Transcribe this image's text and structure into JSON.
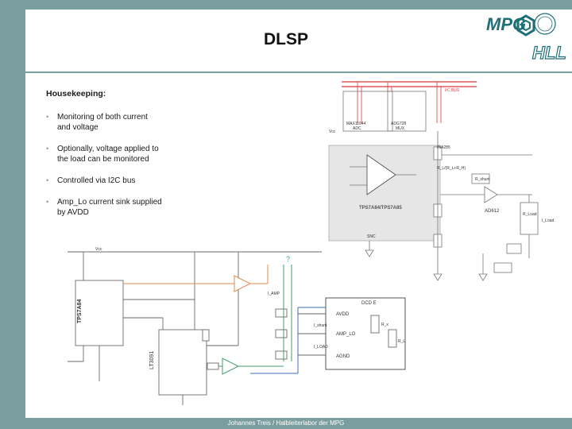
{
  "slide": {
    "title": "DLSP",
    "footer": "Johannes Treis / Halbleiterlabor der MPG"
  },
  "logo": {
    "text_top": "MPG",
    "text_bottom": "HLL",
    "color": "#1f6f76"
  },
  "bullets": {
    "heading": "Housekeeping:",
    "items": [
      [
        "Monitoring of both current",
        "and voltage"
      ],
      [
        "Optionally, voltage applied to",
        "the load can be monitored"
      ],
      [
        "Controlled via I2C bus"
      ],
      [
        "Amp_Lo current sink supplied",
        "by AVDD"
      ]
    ]
  },
  "schematic_top": {
    "bus_label": "I²C BUS",
    "adc_name": "MAX11644",
    "adc_type": "ADC",
    "mux_name": "ADG728",
    "mux_type": "MUX",
    "vcc": "Vᴄᴄ",
    "opamp_name": "TPS7A84/TPS7A85",
    "ina": "INA285",
    "rshunt": "R_shunt",
    "ad": "AD612",
    "snc": "SNC",
    "rload": "R_Load",
    "iload": "I_Load",
    "ratio": "R_L/(R_L+R_H)"
  },
  "schematic_bottom": {
    "vcc": "Vᴄᴄ",
    "reg_name": "TPS7A84",
    "lt_name": "LT3091",
    "question": "?",
    "block_label": "DCD E",
    "avdd": "AVDD",
    "amp_lo": "AMP_LO",
    "agnd": "AGND",
    "rx": "R_x",
    "rl": "R_L",
    "iamp": "I_AMP",
    "ishunt": "I_shunt",
    "iload": "I_LOAD"
  },
  "colors": {
    "frame": "#7a9e9f",
    "bus_red": "#d9383a",
    "wire_orange": "#e08a4a",
    "wire_green": "#3f9d6a",
    "wire_blue": "#3c6fbf",
    "wire_gray": "#6a6a6a"
  }
}
